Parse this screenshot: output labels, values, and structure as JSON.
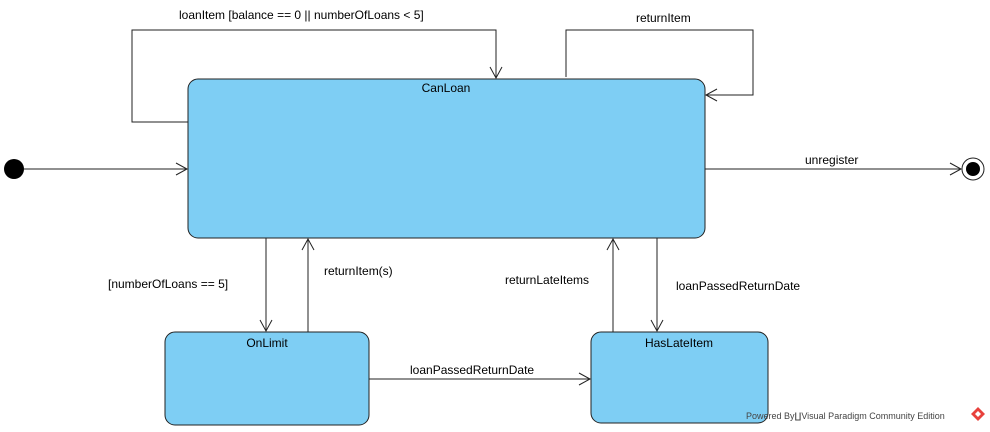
{
  "states": {
    "can_loan": "CanLoan",
    "on_limit": "OnLimit",
    "has_late_item": "HasLateItem"
  },
  "transitions": {
    "self_loan_item": "loanItem [balance == 0 || numberOfLoans < 5]",
    "self_return_item": "returnItem",
    "unregister": "unregister",
    "to_on_limit_guard": "[numberOfLoans == 5]",
    "from_on_limit_return": "returnItem(s)",
    "return_late_items": "returnLateItems",
    "loan_passed_return_date_down": "loanPassedReturnDate",
    "loan_passed_return_date_across": "loanPassedReturnDate"
  },
  "watermark": {
    "text": "Powered By∐Visual Paradigm Community Edition"
  },
  "colors": {
    "state_fill": "#7ecef4",
    "stroke": "#222222",
    "watermark_logo": "#e8413c"
  }
}
